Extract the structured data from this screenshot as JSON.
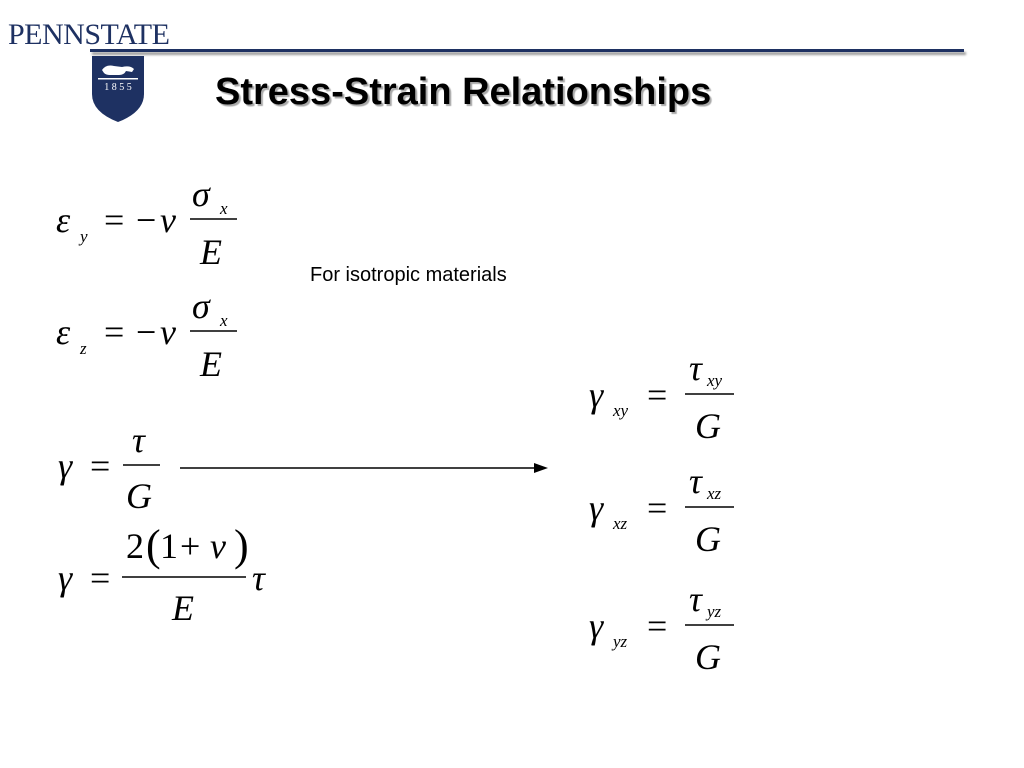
{
  "header": {
    "logo_text": "PENNSTATE",
    "seal_year": "1 8 5 5"
  },
  "slide": {
    "title": "Stress-Strain Relationships",
    "note": "For isotropic materials"
  },
  "symbols": {
    "eps": "ε",
    "sigma": "σ",
    "gamma": "γ",
    "tau": "τ",
    "nu": "ν",
    "E": "E",
    "G": "G",
    "eq": "=",
    "minus": "−",
    "plus": "+",
    "two": "2",
    "one": "1",
    "lparen": "(",
    "rparen": ")",
    "sub_x": "x",
    "sub_y": "y",
    "sub_z": "z",
    "sub_xy": "xy",
    "sub_xz": "xz",
    "sub_yz": "yz"
  },
  "colors": {
    "brand_navy": "#1e3162",
    "text": "#000000"
  }
}
